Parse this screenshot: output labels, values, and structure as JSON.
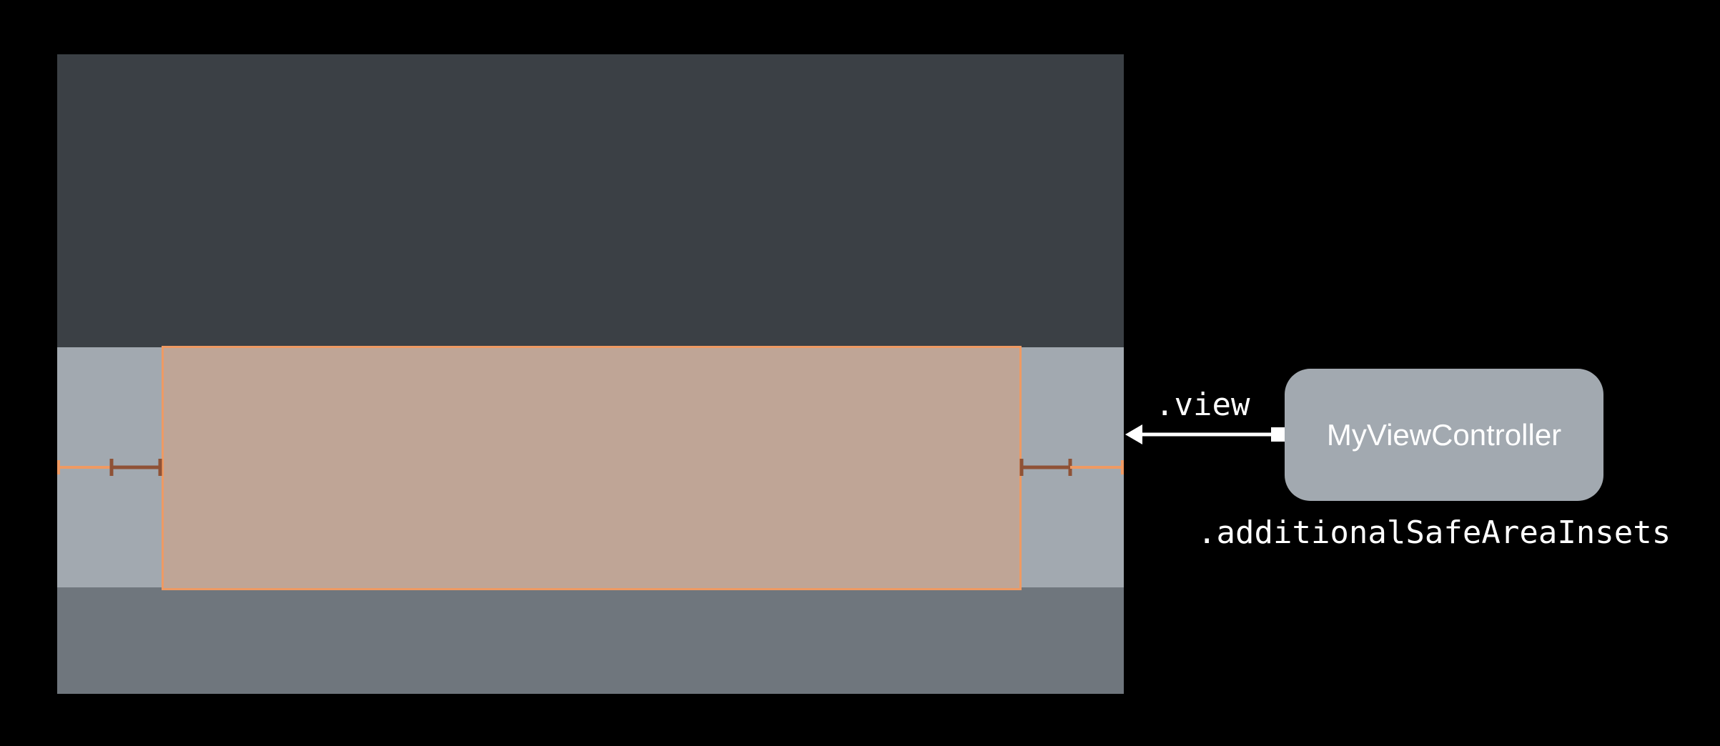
{
  "view_controller": {
    "label": "MyViewController"
  },
  "property_labels": {
    "view": ".view",
    "additional_safe_area_insets": ".additionalSafeAreaInsets"
  },
  "colors": {
    "background": "#000000",
    "device": "#3b4045",
    "inset_band": "#a2a9b0",
    "bottom_bar": "#6f767d",
    "safe_area_fill": "#bfa596",
    "safe_area_border": "#ef9a63",
    "inset_marker_dark": "#8f5236",
    "inset_marker_light": "#ef9a63",
    "controller_box": "#a2a9b0"
  }
}
